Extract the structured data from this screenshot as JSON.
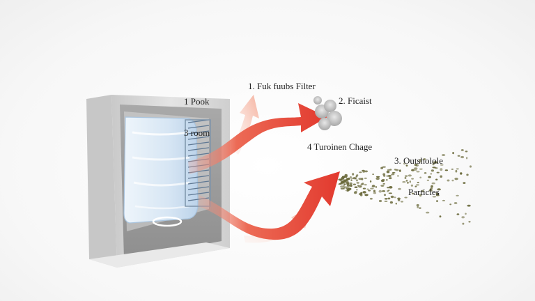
{
  "labels": {
    "room_line1": "1 Pook",
    "room_line2": "3 room",
    "filter": "1. Fuk fuubs Filter",
    "fica": "2. Ficaist",
    "turbulence": "4 Turoinen Chage",
    "particles_line1": "3. Outsholole",
    "particles_line2": "Particles"
  },
  "icons": {
    "unit": "air-purifier-unit-icon",
    "filter": "pleated-filter-icon",
    "cloud": "smoke-cloud-icon",
    "particles": "particle-cluster-icon"
  },
  "colors": {
    "arrow_red": "#e8473c",
    "arrow_light": "#f6c1b4",
    "housing": "#d4d4d4",
    "filter_blue": "#dbe9f6",
    "particle": "#6b6a3c"
  }
}
